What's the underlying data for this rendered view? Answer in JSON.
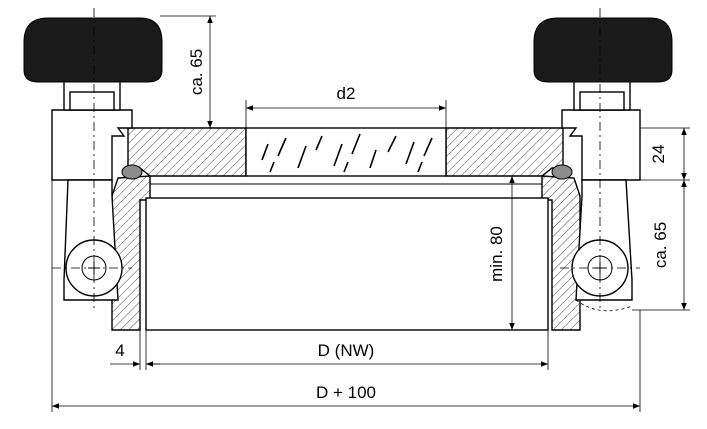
{
  "dimensions": {
    "knob_height": "ca. 65",
    "glass_diameter": "d2",
    "flange_thickness": "24",
    "clamp_height": "ca. 65",
    "min_height": "min. 80",
    "wall": "4",
    "nominal": "D (NW)",
    "overall": "D + 100"
  },
  "colors": {
    "line": "#000000",
    "knob": "#1a1a1a",
    "part_fill": "#ffffff",
    "seal": "#8c8c8c",
    "hatch": "#000000"
  }
}
